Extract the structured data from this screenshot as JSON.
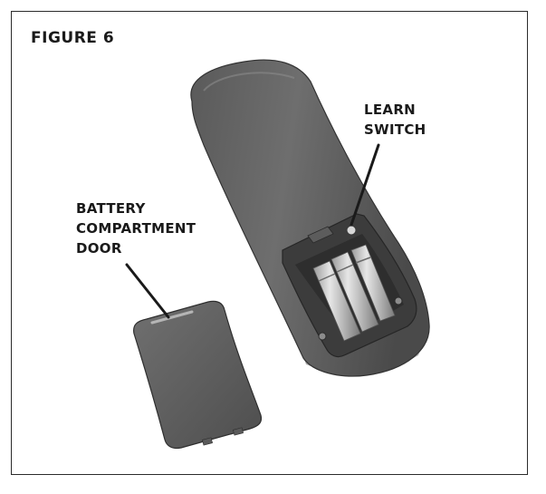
{
  "figure": {
    "title": "FIGURE 6"
  },
  "callouts": {
    "learn_switch": {
      "lines": [
        "LEARN",
        "SWITCH"
      ]
    },
    "battery_door": {
      "lines": [
        "BATTERY",
        "COMPARTMENT",
        "DOOR"
      ]
    }
  },
  "icons": {
    "remote": "remote-control-back-icon",
    "door": "battery-door-icon",
    "batteries": "aa-battery-icon"
  }
}
